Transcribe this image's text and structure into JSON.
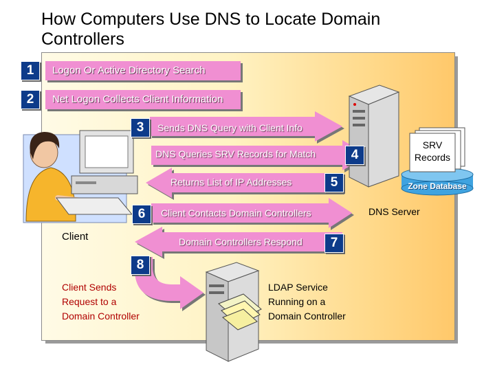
{
  "title": "How Computers Use DNS to Locate Domain Controllers",
  "steps": {
    "s1": {
      "num": "1",
      "label": "Logon Or Active Directory Search"
    },
    "s2": {
      "num": "2",
      "label": "Net Logon Collects Client Information"
    },
    "s3": {
      "num": "3",
      "label": "Sends DNS Query with Client Info"
    },
    "s4": {
      "num": "4",
      "label": "DNS Queries SRV Records for Match"
    },
    "s5": {
      "num": "5",
      "label": "Returns List of IP Addresses"
    },
    "s6": {
      "num": "6",
      "label": "Client Contacts Domain Controllers"
    },
    "s7": {
      "num": "7",
      "label": "Domain Controllers Respond"
    },
    "s8": {
      "num": "8",
      "label_lines": [
        "Client Sends",
        "Request to a",
        "Domain Controller"
      ]
    }
  },
  "nodes": {
    "client": "Client",
    "dns_server": "DNS Server",
    "srv_records": [
      "SRV",
      "Records"
    ],
    "zone_db": "Zone Database",
    "ldap": [
      "LDAP Service",
      "Running on a",
      "Domain Controller"
    ]
  },
  "colors": {
    "arrow": "#f08fd2",
    "badge": "#0d3b8a",
    "db": "#3fa3e0",
    "accent_text": "#b00000"
  }
}
